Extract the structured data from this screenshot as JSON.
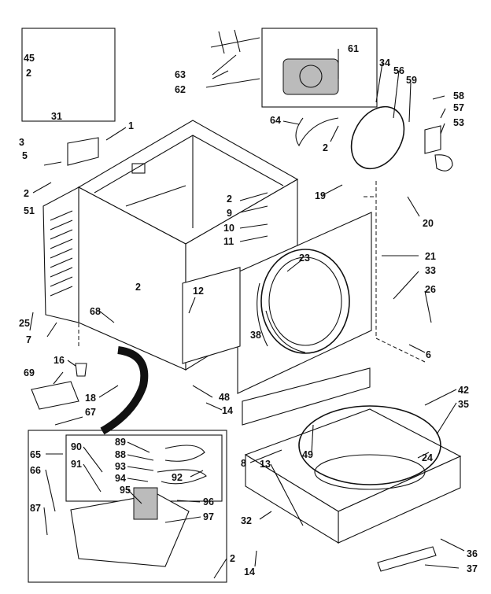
{
  "labels": {
    "l1": "1",
    "l2": "2",
    "l3": "3",
    "l5": "5",
    "l6": "6",
    "l7": "7",
    "l8": "8",
    "l9": "9",
    "l10": "10",
    "l11": "11",
    "l12": "12",
    "l13": "13",
    "l14": "14",
    "l16": "16",
    "l18": "18",
    "l19": "19",
    "l20": "20",
    "l21": "21",
    "l23": "23",
    "l24": "24",
    "l25": "25",
    "l26": "26",
    "l31": "31",
    "l32": "32",
    "l33": "33",
    "l34": "34",
    "l35": "35",
    "l36": "36",
    "l37": "37",
    "l38": "38",
    "l42": "42",
    "l45": "45",
    "l48": "48",
    "l49": "49",
    "l51": "51",
    "l53": "53",
    "l56": "56",
    "l57": "57",
    "l58": "58",
    "l59": "59",
    "l61": "61",
    "l62": "62",
    "l63": "63",
    "l64": "64",
    "l65": "65",
    "l66": "66",
    "l67": "67",
    "l68": "68",
    "l69": "69",
    "l87": "87",
    "l88": "88",
    "l89": "89",
    "l90": "90",
    "l91": "91",
    "l92": "92",
    "l93": "93",
    "l94": "94",
    "l95": "95",
    "l96": "96",
    "l97": "97"
  }
}
